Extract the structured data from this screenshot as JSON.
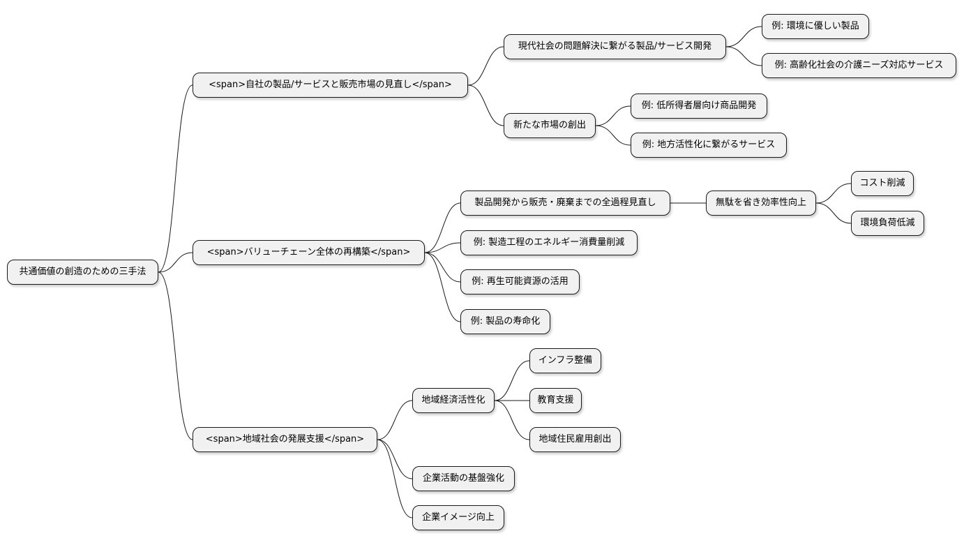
{
  "mindmap": {
    "root": "共通価値の創造のための三手法",
    "branches": [
      {
        "label": "<span>自社の製品/サービスと販売市場の見直し</span>",
        "children": [
          {
            "label": "現代社会の問題解決に繋がる製品/サービス開発",
            "children": [
              "例: 環境に優しい製品",
              "例: 高齢化社会の介護ニーズ対応サービス"
            ]
          },
          {
            "label": "新たな市場の創出",
            "children": [
              "例: 低所得者層向け商品開発",
              "例: 地方活性化に繋がるサービス"
            ]
          }
        ]
      },
      {
        "label": "<span>バリューチェーン全体の再構築</span>",
        "children": [
          {
            "label": "製品開発から販売・廃棄までの全過程見直し",
            "child": "無駄を省き効率性向上",
            "grandchildren": [
              "コスト削減",
              "環境負荷低減"
            ]
          },
          {
            "label": "例: 製造工程のエネルギー消費量削減"
          },
          {
            "label": "例: 再生可能資源の活用"
          },
          {
            "label": "例: 製品の寿命化"
          }
        ]
      },
      {
        "label": "<span>地域社会の発展支援</span>",
        "children": [
          {
            "label": "地域経済活性化",
            "children": [
              "インフラ整備",
              "教育支援",
              "地域住民雇用創出"
            ]
          },
          {
            "label": "企業活動の基盤強化"
          },
          {
            "label": "企業イメージ向上"
          }
        ]
      }
    ]
  }
}
